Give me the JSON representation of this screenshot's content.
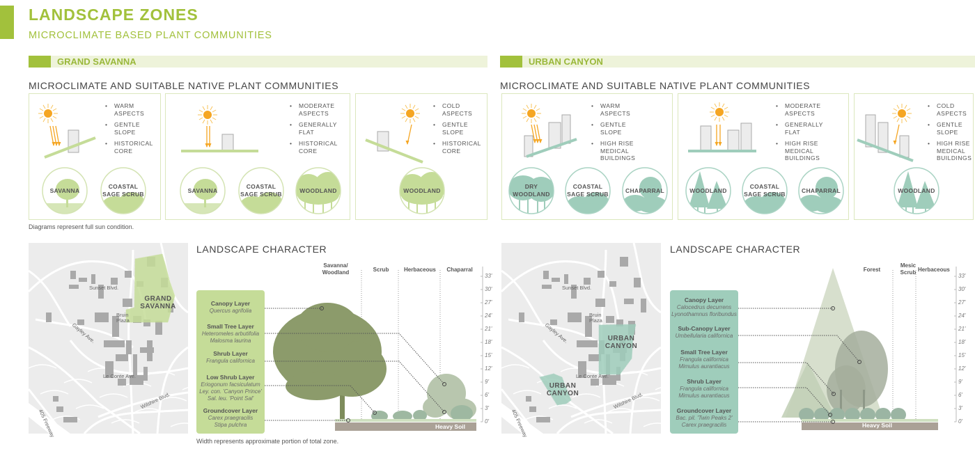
{
  "header": {
    "title": "LANDSCAPE ZONES",
    "subtitle": "MICROCLIMATE BASED PLANT COMMUNITIES"
  },
  "colors": {
    "accent": "#a2c13c",
    "savanna_green": "#c5dc98",
    "canyon_teal": "#9fcdbb"
  },
  "zones": [
    {
      "name": "GRAND SAVANNA",
      "microclimate_title": "MICROCLIMATE AND SUITABLE NATIVE PLANT COMMUNITIES",
      "panels": [
        {
          "bullets": [
            "WARM\nASPECTS",
            "GENTLE\nSLOPE",
            "HISTORICAL\nCORE"
          ],
          "communities": [
            "SAVANNA",
            "COASTAL\nSAGE SCRUB"
          ]
        },
        {
          "bullets": [
            "MODERATE\nASPECTS",
            "GENERALLY\nFLAT",
            "HISTORICAL\nCORE"
          ],
          "communities": [
            "SAVANNA",
            "COASTAL\nSAGE SCRUB",
            "WOODLAND"
          ]
        },
        {
          "bullets": [
            "COLD\nASPECTS",
            "GENTLE\nSLOPE",
            "HISTORICAL\nCORE"
          ],
          "communities": [
            "WOODLAND"
          ]
        }
      ],
      "note": "Diagrams represent full sun condition.",
      "map": {
        "streets": [
          "Sunset Blvd.",
          "Bruin\nPlaza",
          "Gayley Ave.",
          "Le Conte Ave.",
          "405 Freeway",
          "Wilshire Blvd."
        ],
        "zone_labels": [
          "GRAND\nSAVANNA"
        ]
      },
      "character": {
        "title": "LANDSCAPE CHARACTER",
        "columns": [
          "Savanna/\nWoodland",
          "Scrub",
          "Herbaceous",
          "Chaparral"
        ],
        "layers": [
          {
            "title": "Canopy Layer",
            "species": "Quercus agrifolia"
          },
          {
            "title": "Small Tree Layer",
            "species": "Heteromeles arbutifolia\nMalosma laurina"
          },
          {
            "title": "Shrub Layer",
            "species": "Frangula californica"
          },
          {
            "title": "Low Shrub Layer",
            "species": "Eriogonum facsiculatum\nLey. con. 'Canyon Prince'\nSal. leu. 'Point Sal'"
          },
          {
            "title": "Groundcover Layer",
            "species": "Carex praegracilis\nStipa pulchra"
          }
        ],
        "soil": "Heavy Soil",
        "footnote": "Width represents approximate portion of total zone."
      }
    },
    {
      "name": "URBAN CANYON",
      "microclimate_title": "MICROCLIMATE AND SUITABLE NATIVE PLANT COMMUNITIES",
      "panels": [
        {
          "bullets": [
            "WARM\nASPECTS",
            "GENTLE\nSLOPE",
            "HIGH RISE\nMEDICAL\nBUILDINGS"
          ],
          "communities": [
            "DRY\nWOODLAND",
            "COASTAL\nSAGE SCRUB",
            "CHAPARRAL"
          ]
        },
        {
          "bullets": [
            "MODERATE\nASPECTS",
            "GENERALLY\nFLAT",
            "HIGH RISE\nMEDICAL\nBUILDINGS"
          ],
          "communities": [
            "WOODLAND",
            "COASTAL\nSAGE SCRUB",
            "CHAPARRAL"
          ]
        },
        {
          "bullets": [
            "COLD\nASPECTS",
            "GENTLE\nSLOPE",
            "HIGH RISE\nMEDICAL\nBUILDINGS"
          ],
          "communities": [
            "WOODLAND"
          ]
        }
      ],
      "map": {
        "streets": [
          "Sunset Blvd.",
          "Bruin\nPlaza",
          "Gayley Ave.",
          "Le Conte Ave.",
          "405 Freeway",
          "Wilshire Blvd."
        ],
        "zone_labels": [
          "URBAN\nCANYON",
          "URBAN\nCANYON"
        ]
      },
      "character": {
        "title": "LANDSCAPE CHARACTER",
        "columns": [
          "Forest",
          "Mesic\nScrub",
          "Herbaceous"
        ],
        "layers": [
          {
            "title": "Canopy Layer",
            "species": "Calocedrus decurrens\nLyonothamnus floribundus"
          },
          {
            "title": "Sub-Canopy Layer",
            "species": "Umbellularia californica"
          },
          {
            "title": "Small Tree Layer",
            "species": "Frangula californica\nMimulus aurantiacus"
          },
          {
            "title": "Shrub Layer",
            "species": "Frangula californica\nMimulus aurantiacus"
          },
          {
            "title": "Groundcover Layer",
            "species": "Bac. pil. 'Twin Peaks 2'\nCarex praegracilis"
          }
        ],
        "soil": "Heavy Soil"
      }
    }
  ],
  "height_scale": {
    "ticks": [
      "33'",
      "30'",
      "27'",
      "24'",
      "21'",
      "18'",
      "15'",
      "12'",
      "9'",
      "6'",
      "3'",
      "0'"
    ],
    "values": [
      33,
      30,
      27,
      24,
      21,
      18,
      15,
      12,
      9,
      6,
      3,
      0
    ],
    "max": 33
  }
}
